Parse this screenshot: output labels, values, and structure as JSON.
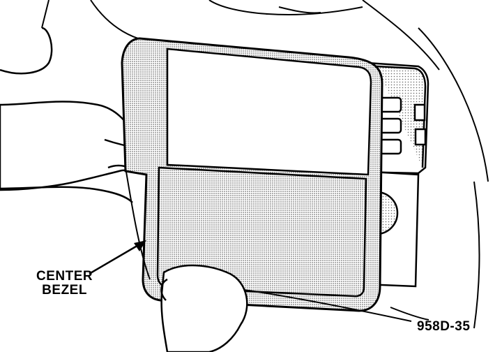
{
  "labels": {
    "part_line1": "CENTER",
    "part_line2": "BEZEL",
    "figure_code": "958D-35"
  },
  "colors": {
    "ink": "#000000",
    "paper": "#ffffff",
    "stipple": "#8a8a8a"
  }
}
